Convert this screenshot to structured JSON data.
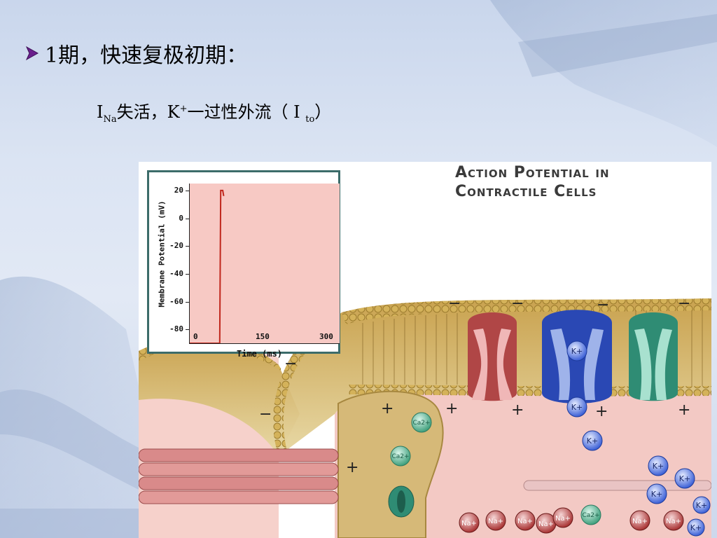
{
  "slide": {
    "title_number": "1期，",
    "title_text": "快速复极初期：",
    "sub_i": "I",
    "sub_na": "Na",
    "sub_text1": "失活，K",
    "sub_plus": "+",
    "sub_text2": "一过性外流（ I ",
    "sub_to": "to",
    "sub_close": "）"
  },
  "figure": {
    "title_line1": "Action Potential in",
    "title_line2": "Contractile Cells",
    "ions": {
      "k": "K+",
      "na": "Na+",
      "ca": "Ca2+"
    }
  },
  "chart_data": {
    "type": "line",
    "title": "",
    "xlabel": "Time (ms)",
    "ylabel": "Membrane Potential (mV)",
    "xlim": [
      0,
      300
    ],
    "ylim": [
      -90,
      25
    ],
    "x_ticks": [
      "0",
      "150",
      "300"
    ],
    "y_ticks": [
      "20",
      "0",
      "-20",
      "-40",
      "-60",
      "-80"
    ],
    "series": [
      {
        "x": [
          0,
          60,
          62,
          66,
          68
        ],
        "y": [
          -90,
          -90,
          20,
          20,
          16
        ]
      }
    ]
  }
}
